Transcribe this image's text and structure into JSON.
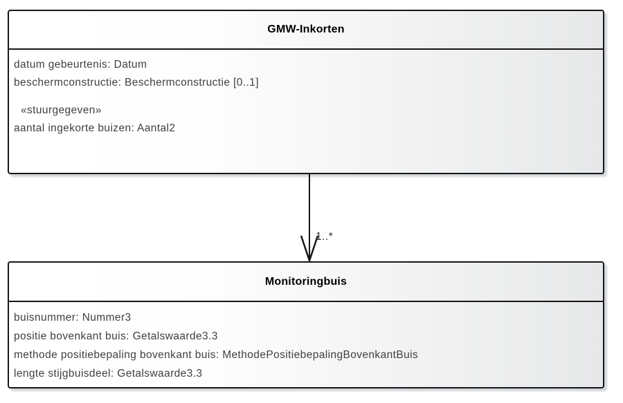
{
  "diagram": {
    "classes": [
      {
        "name": "GMW-Inkorten",
        "attributes": [
          "datum gebeurtenis: Datum",
          "beschermconstructie: Beschermconstructie [0..1]"
        ],
        "stereotype": "«stuurgegeven»",
        "stereotype_attributes": [
          "aantal ingekorte buizen: Aantal2"
        ]
      },
      {
        "name": "Monitoringbuis",
        "attributes": [
          "buisnummer: Nummer3",
          "positie bovenkant buis: Getalswaarde3.3",
          "methode positiebepaling bovenkant buis: MethodePositiebepalingBovenkantBuis",
          "lengte stijgbuisdeel: Getalswaarde3.3"
        ]
      }
    ],
    "association": {
      "multiplicity": "1..*",
      "direction": "from GMW-Inkorten to Monitoringbuis"
    },
    "colors": {
      "border": "#161616",
      "fill_gradient_start": "#ffffff",
      "fill_gradient_end": "#e7e8e9",
      "attribute_text": "#3d3f42",
      "title_text": "#000000",
      "shadow": "#b0b6c0"
    }
  }
}
